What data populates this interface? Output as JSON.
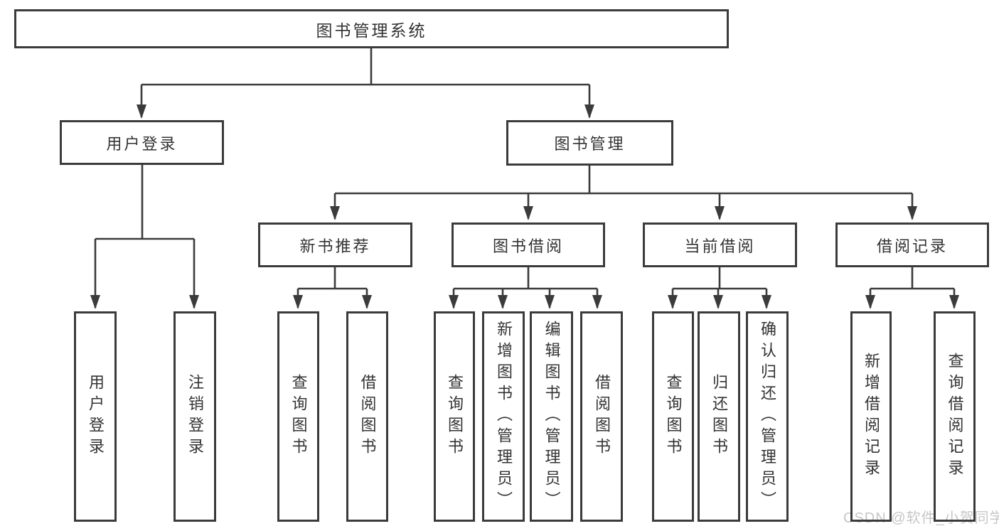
{
  "tree": {
    "root": "图书管理系统",
    "branches": [
      {
        "label": "用户登录",
        "children": [
          "用户登录",
          "注销登录"
        ]
      },
      {
        "label": "图书管理",
        "sections": [
          {
            "label": "新书推荐",
            "children": [
              "查询图书",
              "借阅图书"
            ]
          },
          {
            "label": "图书借阅",
            "children": [
              "查询图书",
              "新增图书（管理员）",
              "编辑图书（管理员）",
              "借阅图书"
            ]
          },
          {
            "label": "当前借阅",
            "children": [
              "查询图书",
              "归还图书",
              "确认归还（管理员）"
            ]
          },
          {
            "label": "借阅记录",
            "children": [
              "新增借阅记录",
              "查询借阅记录"
            ]
          }
        ]
      }
    ]
  },
  "watermark": "CSDN @软件_小贺同学",
  "colors": {
    "line": "#3b3b3b",
    "text": "#333333",
    "watermark": "#c6c6c6",
    "background": "#ffffff"
  }
}
